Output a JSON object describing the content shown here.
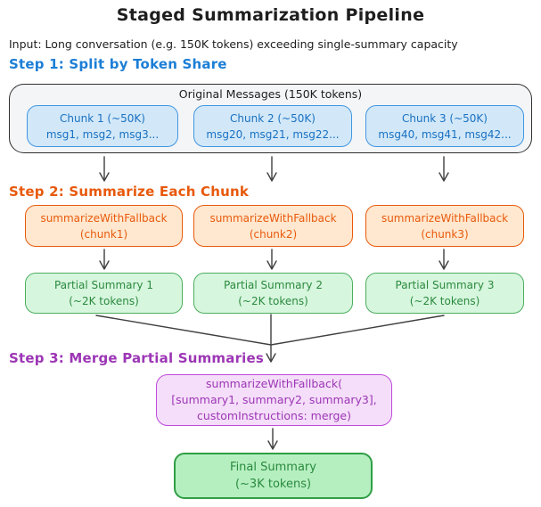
{
  "title": "Staged Summarization Pipeline",
  "subtitle": "Input: Long conversation (e.g. 150K tokens) exceeding single-summary capacity",
  "steps": [
    {
      "label": "Step 1: Split by Token Share"
    },
    {
      "label": "Step 2: Summarize Each Chunk"
    },
    {
      "label": "Step 3: Merge Partial Summaries"
    }
  ],
  "original_container": {
    "label": "Original Messages (150K tokens)"
  },
  "chunks": [
    {
      "title": "Chunk 1 (~50K)",
      "messages": "msg1, msg2, msg3..."
    },
    {
      "title": "Chunk 2 (~50K)",
      "messages": "msg20, msg21, msg22..."
    },
    {
      "title": "Chunk 3 (~50K)",
      "messages": "msg40, msg41, msg42..."
    }
  ],
  "summarize_calls": [
    {
      "function": "summarizeWithFallback",
      "argument": "(chunk1)"
    },
    {
      "function": "summarizeWithFallback",
      "argument": "(chunk2)"
    },
    {
      "function": "summarizeWithFallback",
      "argument": "(chunk3)"
    }
  ],
  "partial_summaries": [
    {
      "title": "Partial Summary 1",
      "tokens": "(~2K tokens)"
    },
    {
      "title": "Partial Summary 2",
      "tokens": "(~2K tokens)"
    },
    {
      "title": "Partial Summary 3",
      "tokens": "(~2K tokens)"
    }
  ],
  "merge_call": {
    "line1": "summarizeWithFallback(",
    "line2": "[summary1, summary2, summary3],",
    "line3": "customInstructions: merge)"
  },
  "final_summary": {
    "title": "Final Summary",
    "tokens": "(~3K tokens)"
  },
  "colors": {
    "step1_blue": "#1c7ed6",
    "step2_orange": "#e8590c",
    "step3_purple": "#9c36b5",
    "chunk_fill": "#d2e8f8",
    "chunk_border": "#4296e2",
    "chunk_text": "#1971c2",
    "call_fill": "#ffe8cf",
    "call_border": "#e8590c",
    "partial_fill": "#d7f6de",
    "partial_border": "#4cae5f",
    "partial_text": "#2b8a3e",
    "merge_fill": "#f5def9",
    "merge_border": "#be4bdb",
    "final_fill": "#b5efc0",
    "final_border": "#2f9e44",
    "arrow": "#3f3f3f",
    "container_fill": "#f3f5f7",
    "container_border": "#2f2f2f"
  }
}
